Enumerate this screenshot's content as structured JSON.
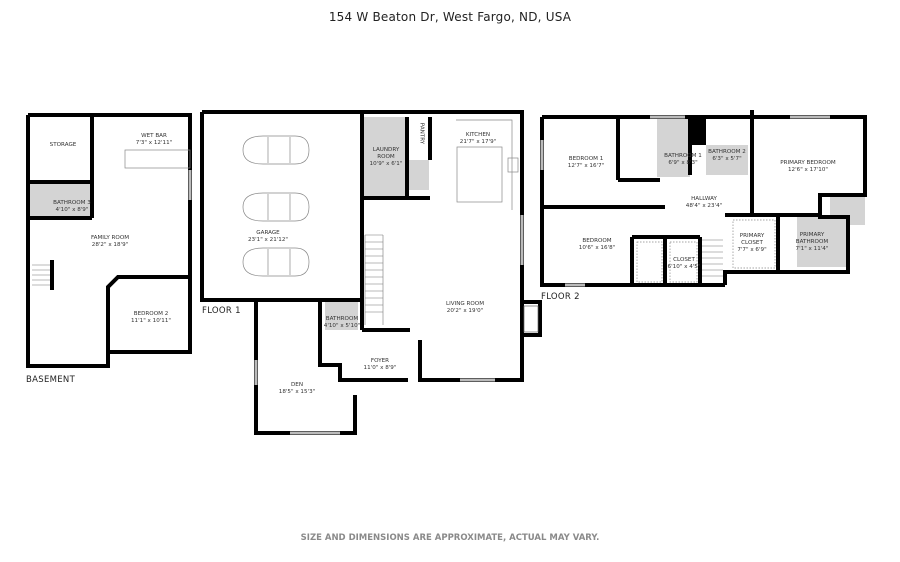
{
  "header": {
    "address": "154 W Beaton Dr, West Fargo, ND, USA"
  },
  "footer": {
    "disclaimer": "SIZE AND DIMENSIONS ARE APPROXIMATE, ACTUAL MAY VARY."
  },
  "floors": {
    "basement": {
      "label": "BASEMENT",
      "rooms": [
        {
          "name": "STORAGE",
          "dims": ""
        },
        {
          "name": "WET BAR",
          "dims": "7'3\" x 12'11\""
        },
        {
          "name": "BATHROOM 3",
          "dims": "4'10\" x 8'9\""
        },
        {
          "name": "FAMILY ROOM",
          "dims": "28'2\" x 18'9\""
        },
        {
          "name": "BEDROOM 2",
          "dims": "11'1\" x 10'11\""
        }
      ]
    },
    "floor1": {
      "label": "FLOOR 1",
      "rooms": [
        {
          "name": "GARAGE",
          "dims": "23'1\" x 21'12\""
        },
        {
          "name": "LAUNDRY ROOM",
          "dims": "10'9\" x 6'1\""
        },
        {
          "name": "PANTRY",
          "dims": ""
        },
        {
          "name": "KITCHEN",
          "dims": "21'7\" x 17'9\""
        },
        {
          "name": "LIVING ROOM",
          "dims": "20'2\" x 19'0\""
        },
        {
          "name": "BATHROOM",
          "dims": "4'10\" x 5'10\""
        },
        {
          "name": "FOYER",
          "dims": "11'0\" x 8'9\""
        },
        {
          "name": "DEN",
          "dims": "18'5\" x 15'3\""
        }
      ]
    },
    "floor2": {
      "label": "FLOOR 2",
      "rooms": [
        {
          "name": "BEDROOM 1",
          "dims": "12'7\" x 16'7\""
        },
        {
          "name": "BATHROOM 1",
          "dims": "6'9\" x 8'3\""
        },
        {
          "name": "BATHROOM 2",
          "dims": "6'3\" x 5'7\""
        },
        {
          "name": "PRIMARY BEDROOM",
          "dims": "12'6\" x 17'10\""
        },
        {
          "name": "HALLWAY",
          "dims": "48'4\" x 23'4\""
        },
        {
          "name": "BEDROOM",
          "dims": "10'6\" x 16'8\""
        },
        {
          "name": "CLOSET",
          "dims": "6'10\" x 4'5\""
        },
        {
          "name": "PRIMARY CLOSET",
          "dims": "7'7\" x 6'9\""
        },
        {
          "name": "PRIMARY BATHROOM",
          "dims": "7'1\" x 11'4\""
        }
      ]
    }
  },
  "colors": {
    "wall": "#000000",
    "wet_area": "#d4d4d4",
    "text": "#333333",
    "disclaimer": "#8a8a8a"
  }
}
